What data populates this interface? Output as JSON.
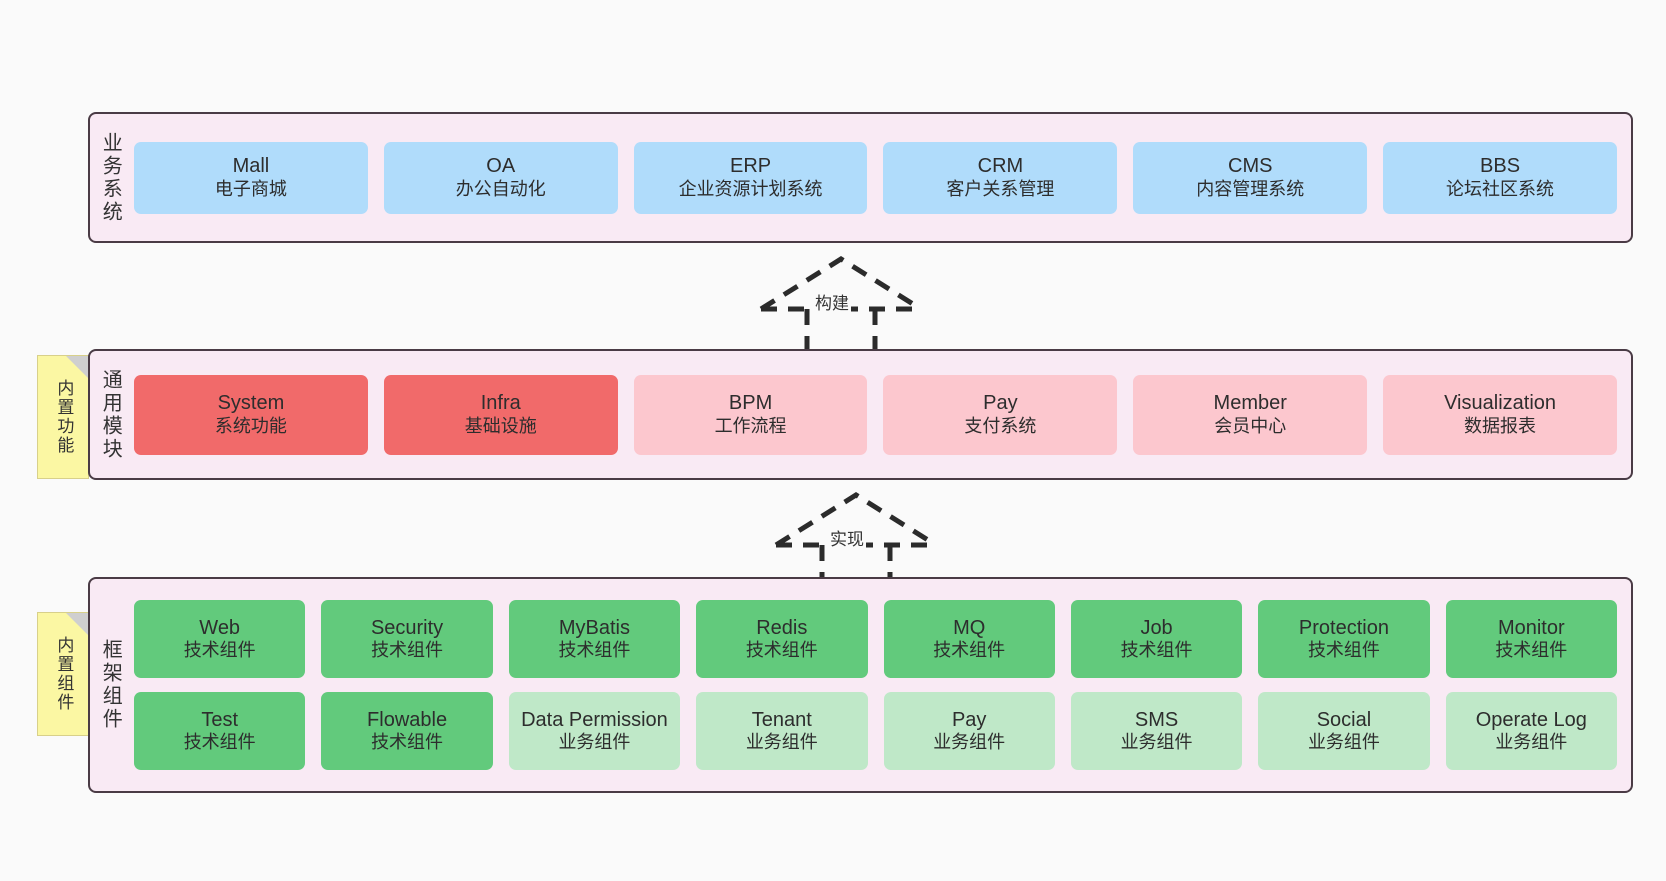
{
  "diagram": {
    "background_color": "#fafafa",
    "panel_fill": "#f9eaf4",
    "panel_border": "#4a3b45"
  },
  "layers": [
    {
      "id": "business",
      "title": "业务系统",
      "rows": [
        {
          "cards": [
            {
              "name": "Mall",
              "sub": "电子商城",
              "color": "blue"
            },
            {
              "name": "OA",
              "sub": "办公自动化",
              "color": "blue"
            },
            {
              "name": "ERP",
              "sub": "企业资源计划系统",
              "color": "blue"
            },
            {
              "name": "CRM",
              "sub": "客户关系管理",
              "color": "blue"
            },
            {
              "name": "CMS",
              "sub": "内容管理系统",
              "color": "blue"
            },
            {
              "name": "BBS",
              "sub": "论坛社区系统",
              "color": "blue"
            }
          ]
        }
      ]
    },
    {
      "id": "common",
      "title": "通用模块",
      "note": "内置功能",
      "rows": [
        {
          "cards": [
            {
              "name": "System",
              "sub": "系统功能",
              "color": "red"
            },
            {
              "name": "Infra",
              "sub": "基础设施",
              "color": "red"
            },
            {
              "name": "BPM",
              "sub": "工作流程",
              "color": "pink"
            },
            {
              "name": "Pay",
              "sub": "支付系统",
              "color": "pink"
            },
            {
              "name": "Member",
              "sub": "会员中心",
              "color": "pink"
            },
            {
              "name": "Visualization",
              "sub": "数据报表",
              "color": "pink"
            }
          ]
        }
      ]
    },
    {
      "id": "framework",
      "title": "框架组件",
      "note": "内置组件",
      "rows": [
        {
          "cards": [
            {
              "name": "Web",
              "sub": "技术组件",
              "color": "green"
            },
            {
              "name": "Security",
              "sub": "技术组件",
              "color": "green"
            },
            {
              "name": "MyBatis",
              "sub": "技术组件",
              "color": "green"
            },
            {
              "name": "Redis",
              "sub": "技术组件",
              "color": "green"
            },
            {
              "name": "MQ",
              "sub": "技术组件",
              "color": "green"
            },
            {
              "name": "Job",
              "sub": "技术组件",
              "color": "green"
            },
            {
              "name": "Protection",
              "sub": "技术组件",
              "color": "green"
            },
            {
              "name": "Monitor",
              "sub": "技术组件",
              "color": "green"
            }
          ]
        },
        {
          "cards": [
            {
              "name": "Test",
              "sub": "技术组件",
              "color": "green"
            },
            {
              "name": "Flowable",
              "sub": "技术组件",
              "color": "green"
            },
            {
              "name": "Data Permission",
              "sub": "业务组件",
              "color": "lgreen"
            },
            {
              "name": "Tenant",
              "sub": "业务组件",
              "color": "lgreen"
            },
            {
              "name": "Pay",
              "sub": "业务组件",
              "color": "lgreen"
            },
            {
              "name": "SMS",
              "sub": "业务组件",
              "color": "lgreen"
            },
            {
              "name": "Social",
              "sub": "业务组件",
              "color": "lgreen"
            },
            {
              "name": "Operate Log",
              "sub": "业务组件",
              "color": "lgreen"
            }
          ]
        }
      ]
    }
  ],
  "connectors": [
    {
      "id": "build",
      "label": "构建",
      "style": "dashed-generalization",
      "from": "通用模块",
      "to": "业务系统"
    },
    {
      "id": "impl",
      "label": "实现",
      "style": "dashed-generalization",
      "from": "框架组件",
      "to": "通用模块"
    }
  ],
  "palette": {
    "blue": "#b0dcfb",
    "red": "#f16a6a",
    "pink": "#fcc7ce",
    "green": "#62ca7c",
    "lgreen": "#bfe8c8",
    "note": "#fbf7a3"
  }
}
